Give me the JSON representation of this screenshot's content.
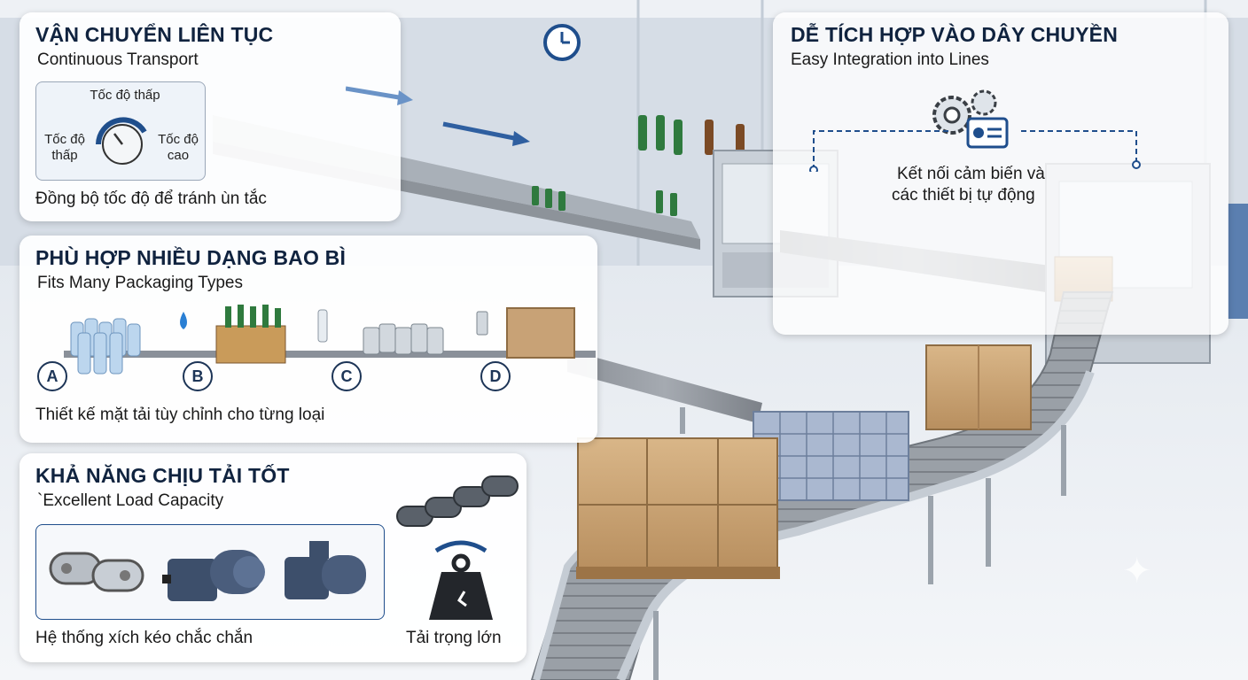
{
  "panels": {
    "transport": {
      "title": "VẬN CHUYỂN LIÊN TỤC",
      "subtitle": "Continuous Transport",
      "dial_top": "Tốc độ thấp",
      "dial_left": "Tốc độ\nthấp",
      "dial_right": "Tốc độ\ncao",
      "caption": "Đồng bộ tốc độ để tránh ùn tắc",
      "icon": "clock-icon"
    },
    "integration": {
      "title": "DỄ TÍCH HỢP VÀO DÂY CHUYỀN",
      "subtitle": "Easy Integration into Lines",
      "caption_line1": "Kết nối cảm biến và",
      "caption_line2": "các thiết bị tự động",
      "icon": "gears-icon"
    },
    "packaging": {
      "title": "PHÙ HỢP NHIỀU DẠNG BAO BÌ",
      "subtitle": "Fits Many Packaging Types",
      "letters": [
        "A",
        "B",
        "C",
        "D"
      ],
      "caption": "Thiết kế mặt tải tùy chỉnh cho từng loại"
    },
    "load": {
      "title": "KHẢ NĂNG CHỊU TẢI TỐT",
      "subtitle": "`Excellent Load Capacity",
      "caption_left": "Hệ thống xích kéo chắc chắn",
      "caption_right": "Tải trọng lớn",
      "icon": "weight-icon"
    }
  },
  "colors": {
    "title": "#10233f",
    "accent_blue": "#1f4e8c",
    "cardboard": "#c8a276",
    "steel": "#b9c2cc"
  }
}
